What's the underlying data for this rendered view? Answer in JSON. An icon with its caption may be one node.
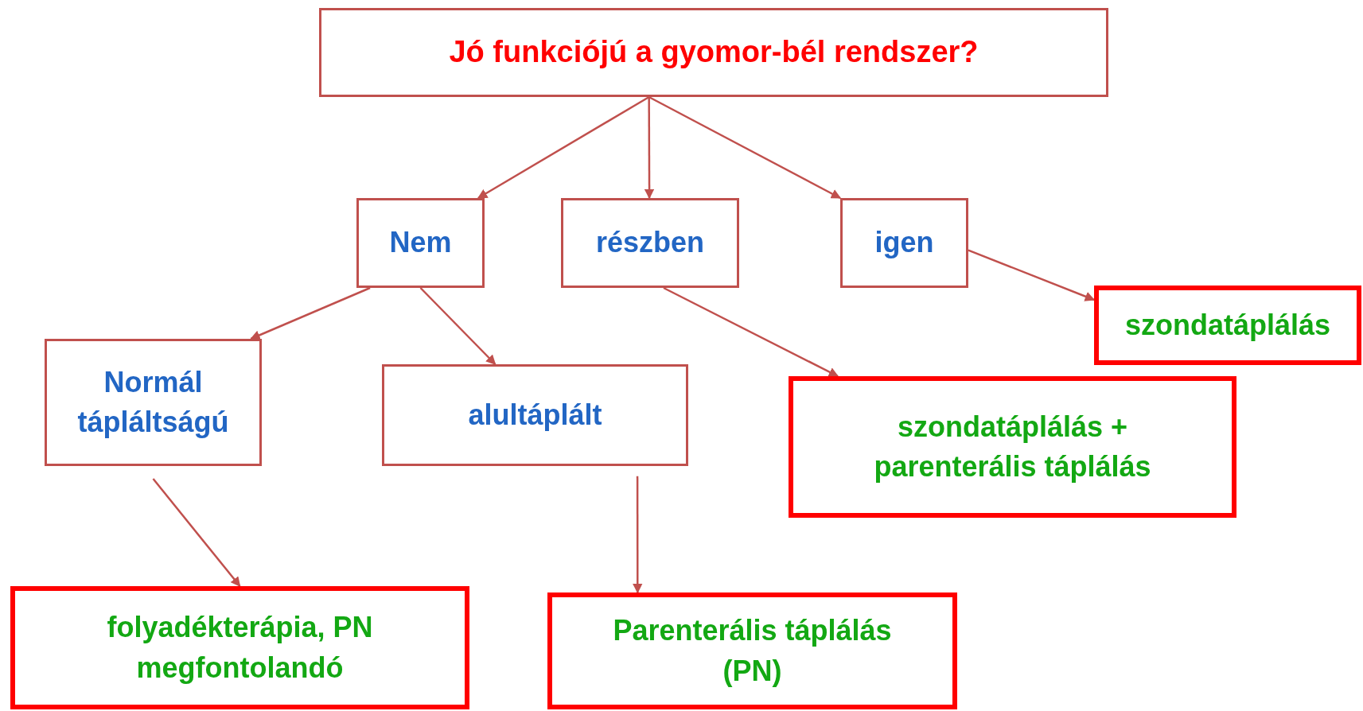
{
  "diagram": {
    "nodes": [
      {
        "text": [
          "Jó funkciójú a gyomor-bél rendszer?"
        ]
      },
      {
        "text": [
          "Nem"
        ]
      },
      {
        "text": [
          "részben"
        ]
      },
      {
        "text": [
          "igen"
        ]
      },
      {
        "text": [
          "szondatáplálás"
        ]
      },
      {
        "text": [
          "Normál tápláltságú"
        ]
      },
      {
        "text": [
          "alultáplált"
        ]
      },
      {
        "text": [
          "szondatáplálás + parenterális táplálás"
        ]
      },
      {
        "text": [
          "folyadékterápia, PN megfontolandó"
        ]
      },
      {
        "text": [
          "Parenterális táplálás (PN)"
        ]
      }
    ],
    "edges": [
      {
        "from": 0,
        "to": 1,
        "arrow": "to"
      },
      {
        "from": 0,
        "to": 2,
        "arrow": "to"
      },
      {
        "from": 0,
        "to": 3,
        "arrow": "to"
      },
      {
        "from": 1,
        "to": 5,
        "arrow": "to"
      },
      {
        "from": 1,
        "to": 6,
        "arrow": "to"
      },
      {
        "from": 2,
        "to": 7,
        "arrow": "to"
      },
      {
        "from": 3,
        "to": 4,
        "arrow": "to"
      },
      {
        "from": 5,
        "to": 8,
        "arrow": "to"
      },
      {
        "from": 6,
        "to": 9,
        "arrow": "to"
      }
    ]
  }
}
